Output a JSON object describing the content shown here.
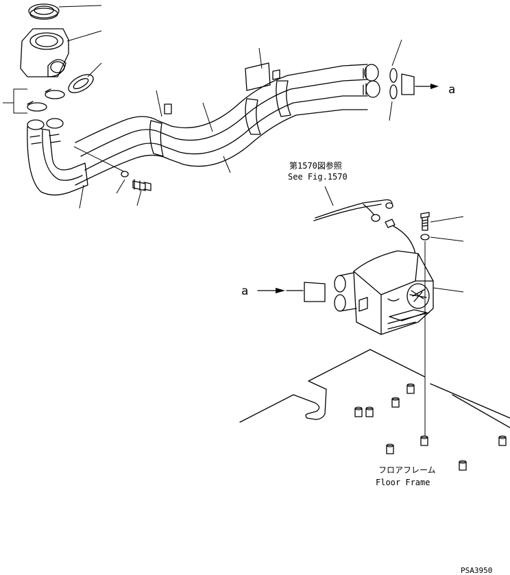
{
  "diagram": {
    "ref_jp": "第1570図参照",
    "ref_en": "See Fig.1570",
    "frame_jp": "フロアフレーム",
    "frame_en": "Floor Frame",
    "label_a_top": "a",
    "label_a_left": "a",
    "code": "PSA3950"
  }
}
